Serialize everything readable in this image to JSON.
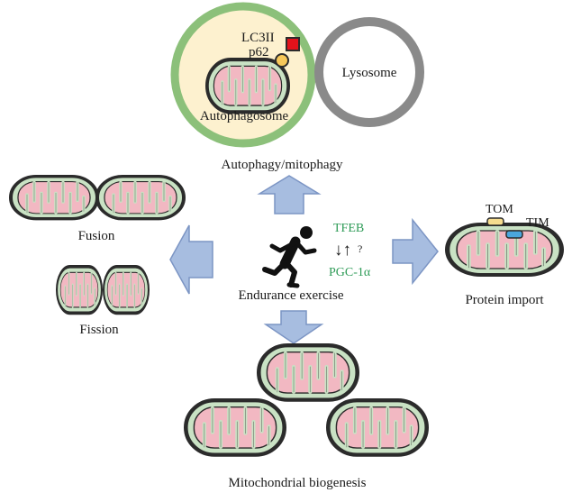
{
  "labels": {
    "lc3ii": "LC3II",
    "p62": "p62",
    "lysosome": "Lysosome",
    "autophagosome": "Autophagosome",
    "autophagy": "Autophagy/mitophagy",
    "fusion": "Fusion",
    "fission": "Fission",
    "tfeb": "TFEB",
    "pgc1a": "PGC-1α",
    "question": "?",
    "updown": "↓↑",
    "exercise": "Endurance exercise",
    "tom": "TOM",
    "tim": "TIM",
    "protein_import": "Protein import",
    "biogenesis": "Mitochondrial biogenesis"
  },
  "colors": {
    "mito_fill": "#c9e2c4",
    "cristae": "#f2b8c2",
    "outline": "#2b2b2b",
    "autophagosome_fill": "#fdf1cf",
    "autophagosome_ring": "#8cc07a",
    "lysosome_ring": "#8a8a8a",
    "arrow_fill": "#a7bde0",
    "arrow_stroke": "#7c95c4",
    "lc3_red": "#e3121b",
    "p62_yellow": "#f7c85a",
    "tom_color": "#f6dc8e",
    "tim_color": "#4aa6dc",
    "text_green": "#2e9b57"
  },
  "icons": {
    "runner": "running-person-icon"
  }
}
